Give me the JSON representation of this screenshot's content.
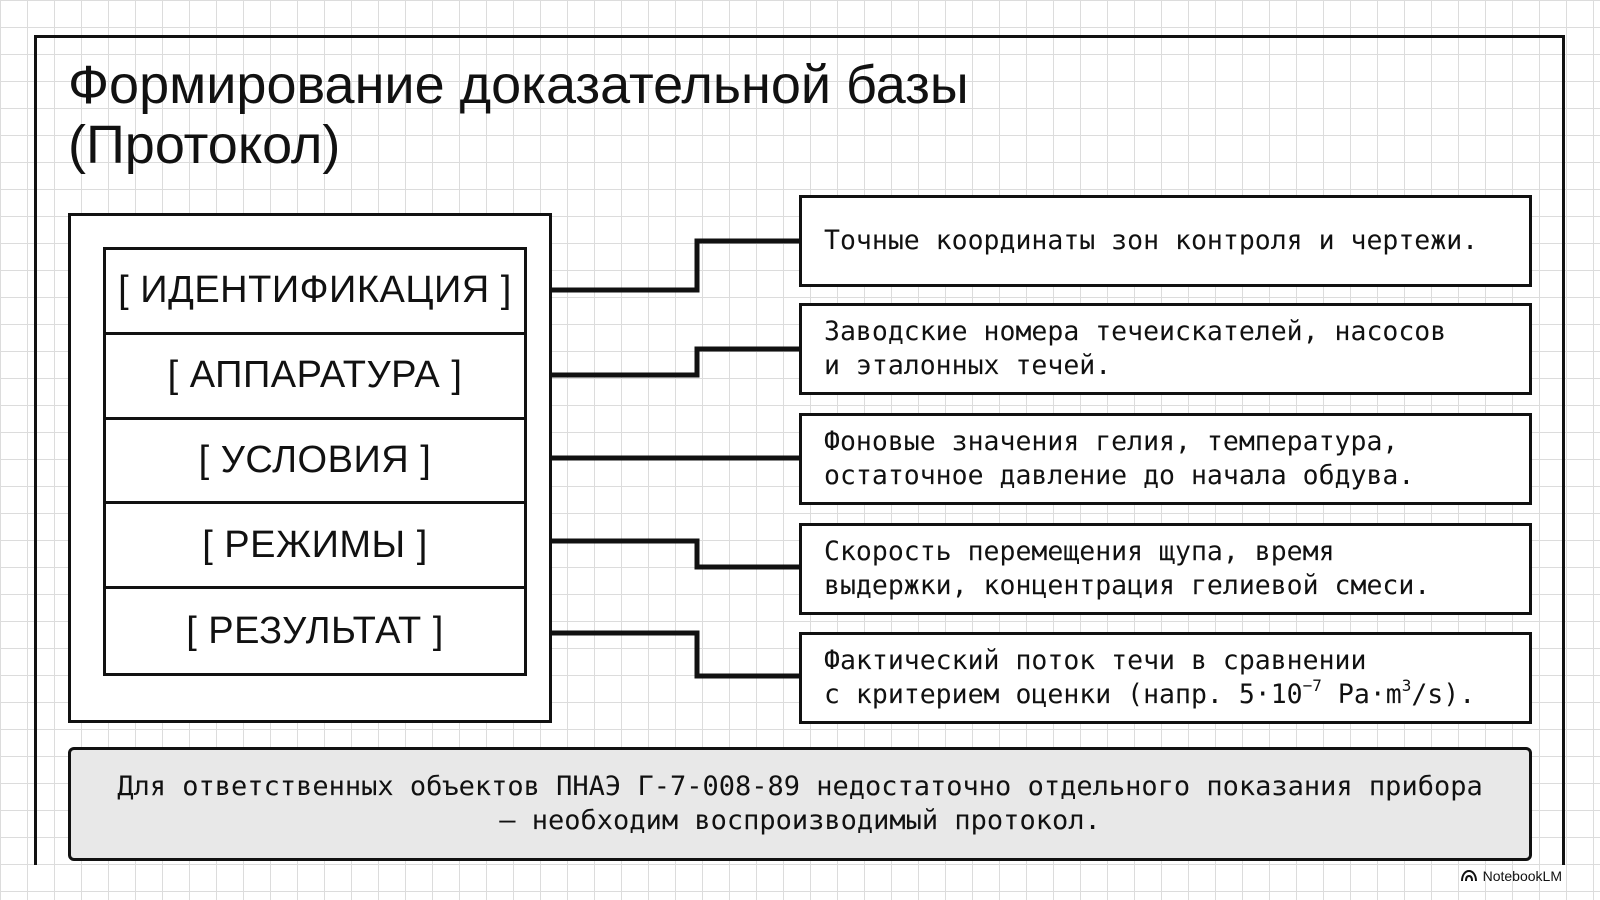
{
  "title": {
    "line1": "Формирование доказательной базы",
    "line2": "(Протокол)"
  },
  "protocol_sections": [
    {
      "label": "[ ИДЕНТИФИКАЦИЯ ]",
      "detail": "Точные координаты зон контроля и чертежи."
    },
    {
      "label": "[ АППАРАТУРА ]",
      "detail": "Заводские номера течеискателей, насосов\nи эталонных течей."
    },
    {
      "label": "[ УСЛОВИЯ ]",
      "detail": "Фоновые значения гелия, температура,\nостаточное давление до начала обдува."
    },
    {
      "label": "[ РЕЖИМЫ ]",
      "detail": "Скорость перемещения щупа, время\nвыдержки, концентрация гелиевой смеси."
    },
    {
      "label": "[ РЕЗУЛЬТАТ ]",
      "detail_line1": "Фактический поток течи в сравнении",
      "detail_line2_prefix": "с критерием оценки (напр. 5·10",
      "detail_exp1": "−7",
      "detail_mid": " Pa·m",
      "detail_exp2": "3",
      "detail_suffix": "/s)."
    }
  ],
  "note": "Для ответственных объектов ПНАЭ Г-7-008-89 недостаточно отдельного показания прибора — необходим воспроизводимый протокол.",
  "brand": {
    "name": "NotebookLM",
    "icon": "notebooklm-logo-icon"
  },
  "colors": {
    "ink": "#111111",
    "grid": "#dcdcdc",
    "note_fill": "#e8e8e8"
  }
}
